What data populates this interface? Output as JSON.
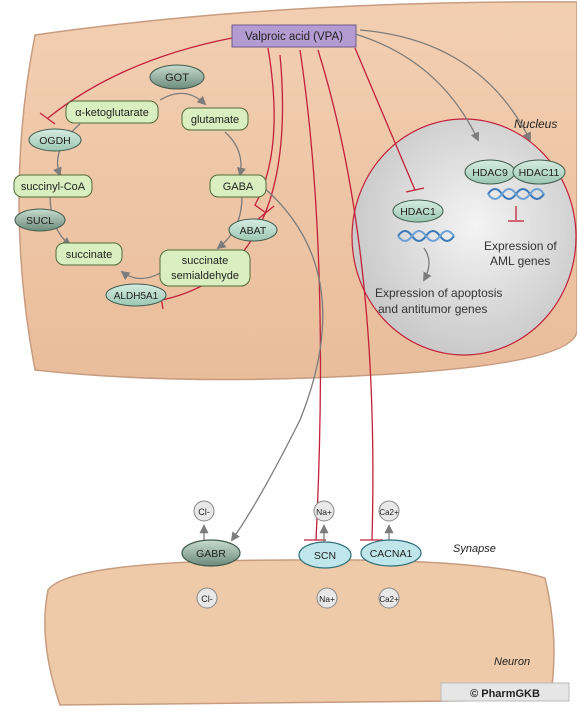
{
  "drug": {
    "label": "Valproic acid (VPA)"
  },
  "cell": {
    "metabolites": {
      "a_ketoglutarate": "α-ketoglutarate",
      "glutamate": "glutamate",
      "succinyl_coa": "succinyl-CoA",
      "gaba": "GABA",
      "succinate": "succinate",
      "succinate_semialdehyde_1": "succinate",
      "succinate_semialdehyde_2": "semialdehyde"
    },
    "enzymes": {
      "got": "GOT",
      "ogdh": "OGDH",
      "sucl": "SUCL",
      "abat": "ABAT",
      "aldh5a1": "ALDH5A1"
    }
  },
  "nucleus": {
    "title": "Nucleus",
    "hdac1": "HDAC1",
    "hdac9": "HDAC9",
    "hdac11": "HDAC11",
    "apoptosis_line1": "Expression of apoptosis",
    "apoptosis_line2": "and antitumor genes",
    "aml_line1": "Expression of",
    "aml_line2": "AML genes"
  },
  "synapse": {
    "label": "Synapse",
    "channels": {
      "gabr": "GABR",
      "scn": "SCN",
      "cacna1": "CACNA1"
    },
    "ions": {
      "cl_out": "Cl-",
      "na_out": "Na+",
      "ca_out": "Ca2+",
      "cl_in": "Cl-",
      "na_in": "Na+",
      "ca_in": "Ca2+"
    }
  },
  "neuron": {
    "label": "Neuron"
  },
  "credit": "© PharmGKB",
  "colors": {
    "cell_fill": "#efc7a7",
    "vpa_box": "#b49bd1",
    "inhibit_line": "#c2203a",
    "activate_line": "#7c7c7c",
    "metabolite_fill": "#d9efbf",
    "enzyme_fill": "#b9dccb",
    "nucleus_fill": "#dcdcdc",
    "scn_fill": "#bfe6ea",
    "dna": "#3a78b8"
  }
}
